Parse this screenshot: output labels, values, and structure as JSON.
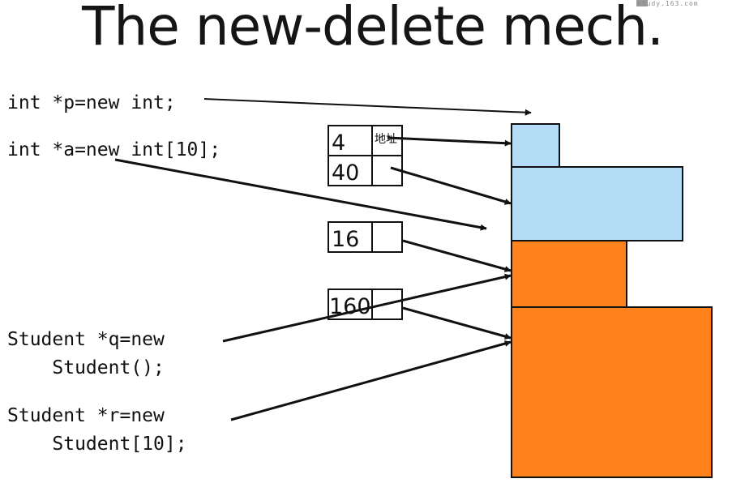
{
  "slide": {
    "title": "The new-delete mech.",
    "watermark": "study.163.com"
  },
  "code": {
    "p_decl": "int *p=new int;",
    "a_decl": "int *a=new int[10];",
    "q_decl_line1": "Student *q=new",
    "q_decl_line2": "    Student();",
    "r_decl_line1": "Student *r=new",
    "r_decl_line2": "    Student[10];"
  },
  "table": {
    "rows": [
      {
        "size": "4",
        "addr": "地址"
      },
      {
        "size": "40",
        "addr": ""
      },
      {
        "size": "16",
        "addr": ""
      },
      {
        "size": "160",
        "addr": ""
      }
    ]
  },
  "colors": {
    "int_block": "#b5dcf7",
    "object_block": "#ff821c",
    "stroke": "#111111"
  }
}
